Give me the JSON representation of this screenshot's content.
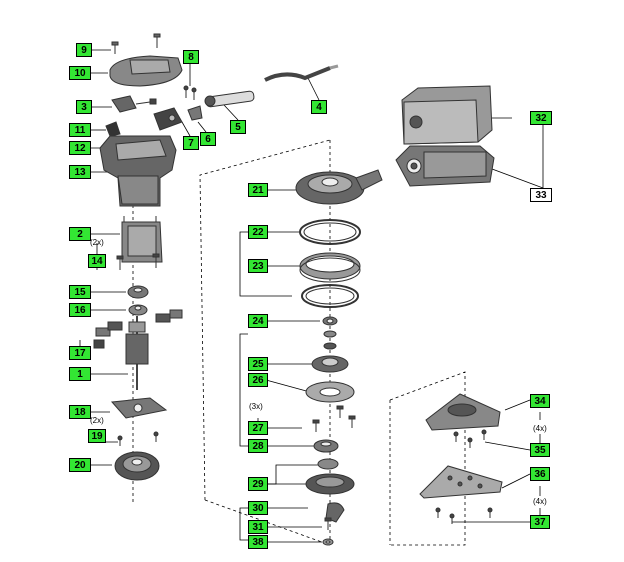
{
  "parts_labels": [
    {
      "id": "9",
      "text": "9",
      "green": true
    },
    {
      "id": "10",
      "text": "10",
      "green": true
    },
    {
      "id": "3",
      "text": "3",
      "green": true
    },
    {
      "id": "11",
      "text": "11",
      "green": true
    },
    {
      "id": "12",
      "text": "12",
      "green": true
    },
    {
      "id": "13",
      "text": "13",
      "green": true
    },
    {
      "id": "8",
      "text": "8",
      "green": true
    },
    {
      "id": "6",
      "text": "6",
      "green": true
    },
    {
      "id": "7",
      "text": "7",
      "green": true
    },
    {
      "id": "5",
      "text": "5",
      "green": true
    },
    {
      "id": "4",
      "text": "4",
      "green": true
    },
    {
      "id": "2",
      "text": "2",
      "green": true
    },
    {
      "id": "14",
      "text": "14",
      "green": true
    },
    {
      "id": "15",
      "text": "15",
      "green": true
    },
    {
      "id": "16",
      "text": "16",
      "green": true
    },
    {
      "id": "17",
      "text": "17",
      "green": true
    },
    {
      "id": "1",
      "text": "1",
      "green": true
    },
    {
      "id": "18",
      "text": "18",
      "green": true
    },
    {
      "id": "19",
      "text": "19",
      "green": true
    },
    {
      "id": "20",
      "text": "20",
      "green": true
    },
    {
      "id": "21",
      "text": "21",
      "green": true
    },
    {
      "id": "22",
      "text": "22",
      "green": true
    },
    {
      "id": "23",
      "text": "23",
      "green": true
    },
    {
      "id": "24",
      "text": "24",
      "green": true
    },
    {
      "id": "25",
      "text": "25",
      "green": true
    },
    {
      "id": "26",
      "text": "26",
      "green": true
    },
    {
      "id": "27",
      "text": "27",
      "green": true
    },
    {
      "id": "28",
      "text": "28",
      "green": true
    },
    {
      "id": "29",
      "text": "29",
      "green": true
    },
    {
      "id": "30",
      "text": "30",
      "green": true
    },
    {
      "id": "31",
      "text": "31",
      "green": true
    },
    {
      "id": "38",
      "text": "38",
      "green": true
    },
    {
      "id": "32",
      "text": "32",
      "green": true
    },
    {
      "id": "33",
      "text": "33",
      "green": false
    },
    {
      "id": "34",
      "text": "34",
      "green": true
    },
    {
      "id": "35",
      "text": "35",
      "green": true
    },
    {
      "id": "36",
      "text": "36",
      "green": true
    },
    {
      "id": "37",
      "text": "37",
      "green": true
    }
  ],
  "quantity_notes": [
    {
      "id": "q14",
      "text": "(2x)"
    },
    {
      "id": "q19",
      "text": "(2x)"
    },
    {
      "id": "q27",
      "text": "(3x)"
    },
    {
      "id": "q35",
      "text": "(4x)"
    },
    {
      "id": "q37",
      "text": "(4x)"
    }
  ],
  "colors": {
    "label_fill": "#33e633",
    "line": "#000000",
    "part": "#555555"
  }
}
